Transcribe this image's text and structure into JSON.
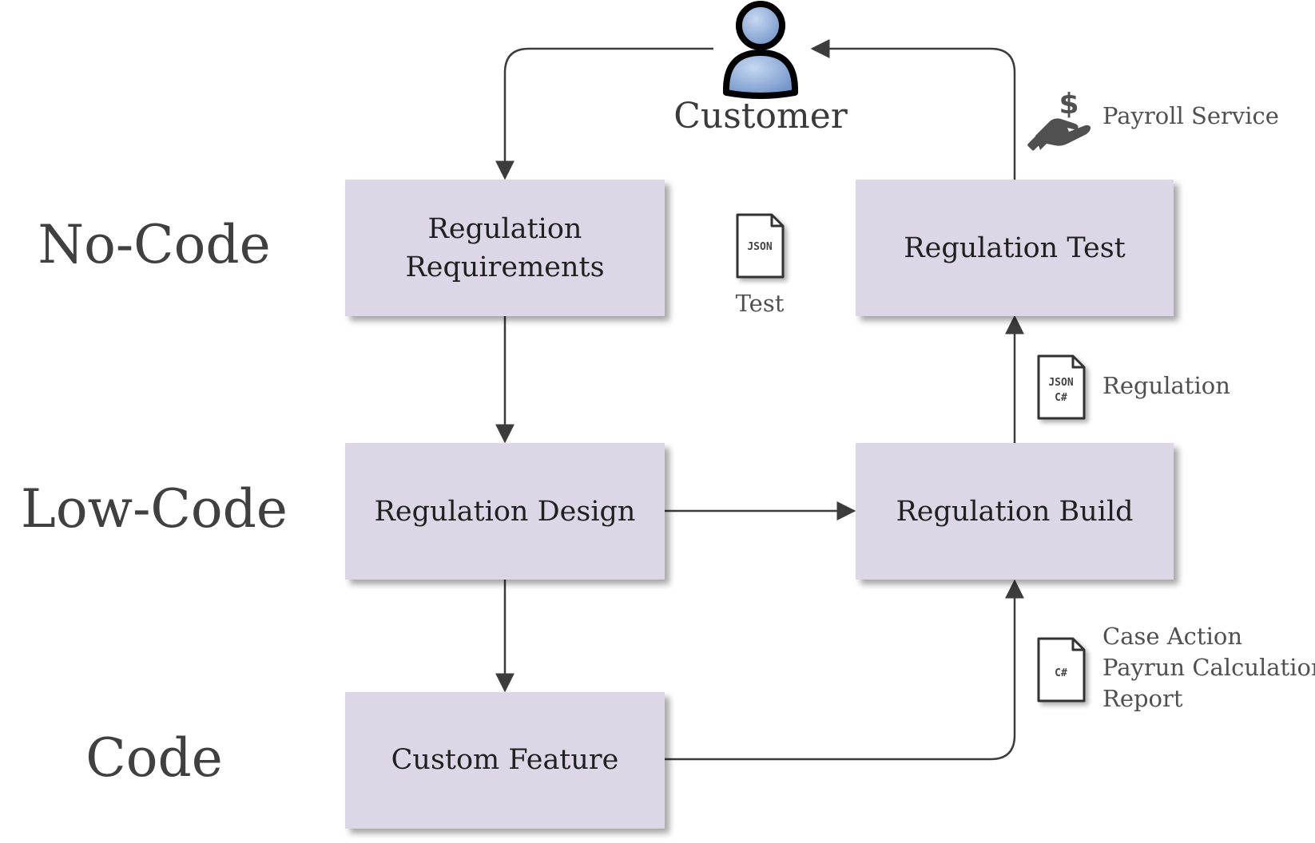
{
  "tiers": {
    "no_code": "No-Code",
    "low_code": "Low-Code",
    "code": "Code"
  },
  "boxes": {
    "requirements": [
      "Regulation",
      "Requirements"
    ],
    "test": "Regulation Test",
    "design": "Regulation Design",
    "build": "Regulation Build",
    "custom": "Custom Feature"
  },
  "customer": {
    "label": "Customer",
    "icon": "person-icon"
  },
  "payroll_service": {
    "label": "Payroll Service",
    "icon": "hand-dollar-icon"
  },
  "documents": {
    "test": {
      "icon_lines": [
        "JSON"
      ],
      "label": "Test"
    },
    "regulation": {
      "icon_lines": [
        "JSON",
        "C#"
      ],
      "label": "Regulation"
    },
    "code_artifacts": {
      "icon_lines": [
        "C#"
      ],
      "labels": [
        "Case Action",
        "Payrun Calculation",
        "Report"
      ]
    }
  },
  "colors": {
    "box_fill": "#dcd6e6",
    "line": "#3c3c3c",
    "customer_fill": "#8fb0de",
    "payroll_icon": "#505050"
  }
}
